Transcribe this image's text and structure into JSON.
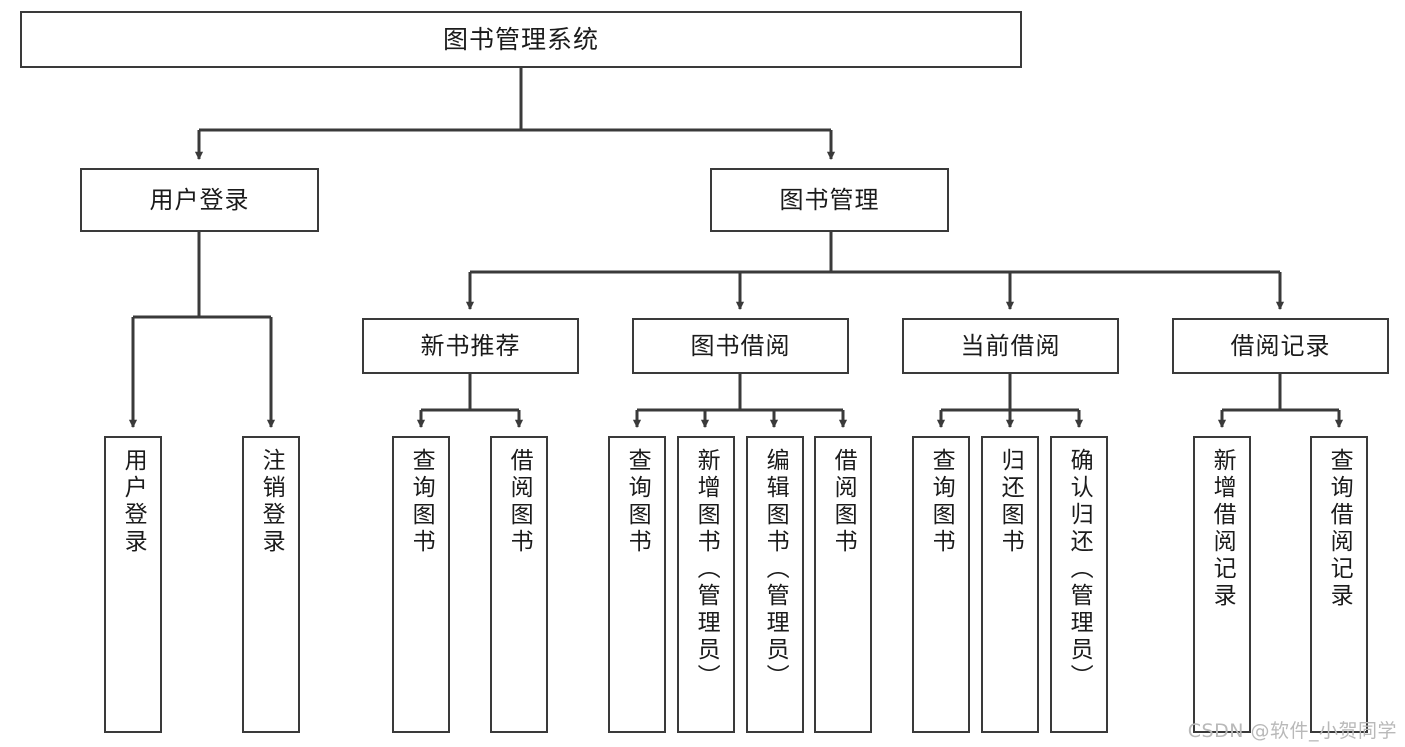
{
  "diagram": {
    "type": "tree-hierarchy",
    "title": "图书管理系统",
    "root": {
      "id": "root",
      "label": "图书管理系统"
    },
    "level2": [
      {
        "id": "user-login",
        "label": "用户登录"
      },
      {
        "id": "book-manage",
        "label": "图书管理"
      }
    ],
    "level3": [
      {
        "id": "new-book-rec",
        "label": "新书推荐",
        "parent": "book-manage"
      },
      {
        "id": "book-borrow",
        "label": "图书借阅",
        "parent": "book-manage"
      },
      {
        "id": "current-borrow",
        "label": "当前借阅",
        "parent": "book-manage"
      },
      {
        "id": "borrow-record",
        "label": "借阅记录",
        "parent": "book-manage"
      }
    ],
    "leaves": [
      {
        "id": "leaf-user-login",
        "label": "用户登录",
        "parent": "user-login"
      },
      {
        "id": "leaf-logout",
        "label": "注销登录",
        "parent": "user-login"
      },
      {
        "id": "leaf-query-book-1",
        "label": "查询图书",
        "parent": "new-book-rec"
      },
      {
        "id": "leaf-borrow-book-1",
        "label": "借阅图书",
        "parent": "new-book-rec"
      },
      {
        "id": "leaf-query-book-2",
        "label": "查询图书",
        "parent": "book-borrow"
      },
      {
        "id": "leaf-add-book",
        "label": "新增图书（管理员）",
        "parent": "book-borrow"
      },
      {
        "id": "leaf-edit-book",
        "label": "编辑图书（管理员）",
        "parent": "book-borrow"
      },
      {
        "id": "leaf-borrow-book-2",
        "label": "借阅图书",
        "parent": "book-borrow"
      },
      {
        "id": "leaf-query-book-3",
        "label": "查询图书",
        "parent": "current-borrow"
      },
      {
        "id": "leaf-return-book",
        "label": "归还图书",
        "parent": "current-borrow"
      },
      {
        "id": "leaf-confirm-return",
        "label": "确认归还（管理员）",
        "parent": "current-borrow"
      },
      {
        "id": "leaf-add-record",
        "label": "新增借阅记录",
        "parent": "borrow-record"
      },
      {
        "id": "leaf-query-record",
        "label": "查询借阅记录",
        "parent": "borrow-record"
      }
    ],
    "colors": {
      "stroke": "#3a3a3a",
      "fill": "#ffffff",
      "text": "#1b1b1b",
      "watermark": "#b9b9b9"
    }
  },
  "watermark": {
    "text": "CSDN @软件_小贺同学"
  }
}
